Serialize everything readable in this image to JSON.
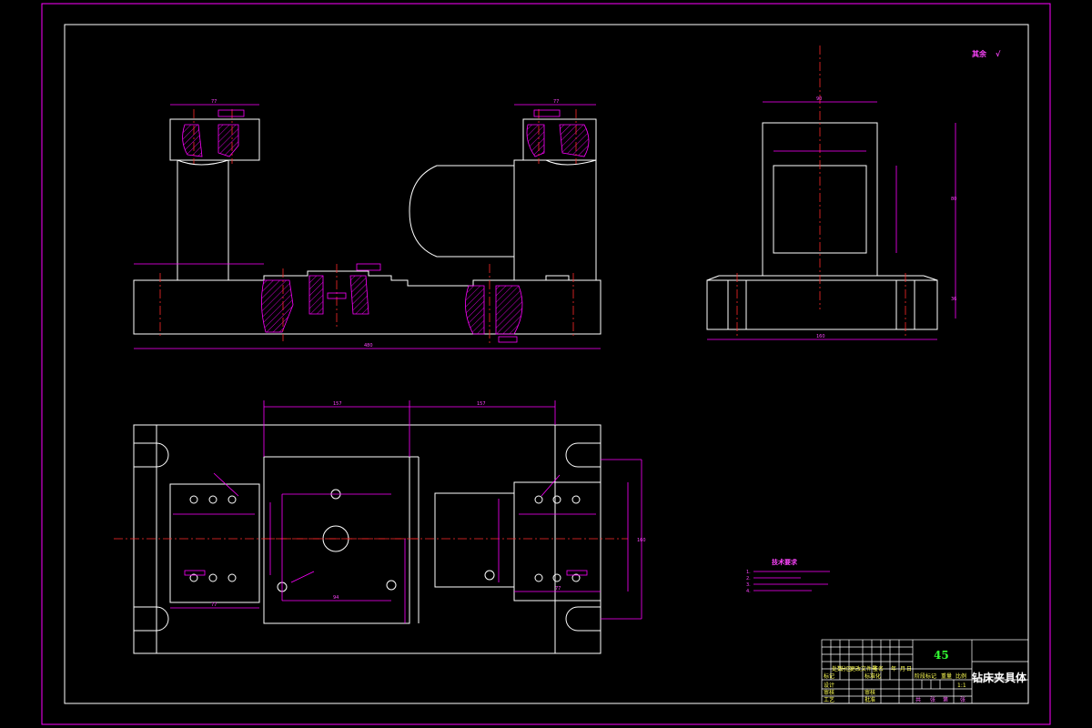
{
  "sheet": {
    "roughness_note": "其余",
    "roughness_symbol": "√"
  },
  "dimensions": {
    "front_left_top_width": "77",
    "front_right_top_width": "77",
    "front_total_length": "480",
    "side_top_width": "90",
    "side_bottom_width": "160",
    "side_height_1": "80",
    "side_height_2": "36",
    "plan_width_1": "157",
    "plan_width_2": "157",
    "plan_left_dim": "77",
    "plan_right_dim": "77",
    "plan_hole_spacing_1": "94",
    "plan_height_right": "160"
  },
  "tech_requirements": {
    "title": "技术要求",
    "items": [
      "1.",
      "2.",
      "3.",
      "4."
    ]
  },
  "title_block": {
    "material": "45",
    "drawing_title": "钻床夹具体",
    "row_labels": [
      "标记",
      "设计",
      "审核",
      "工艺"
    ],
    "header_labels": [
      "处数",
      "分区",
      "更改文件号",
      "签名",
      "年",
      "月",
      "日"
    ],
    "mid_labels": [
      "标准化",
      "审核",
      "批准"
    ],
    "stage_labels": [
      "阶段标记",
      "重量",
      "比例"
    ],
    "scale": "1:1",
    "sheet_labels": [
      "共",
      "张",
      "第",
      "张"
    ]
  }
}
